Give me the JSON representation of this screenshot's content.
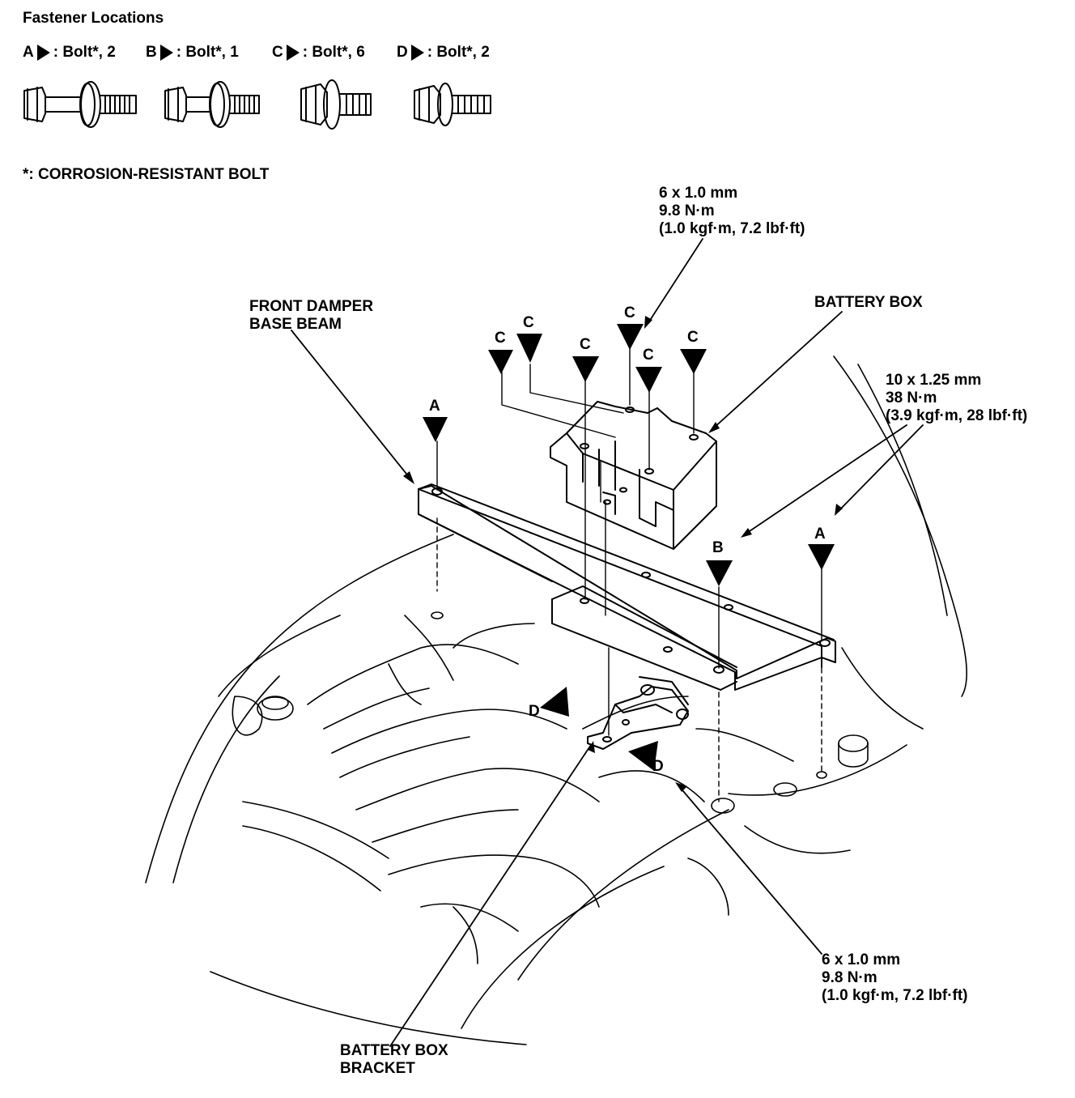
{
  "header": {
    "title": "Fastener Locations",
    "footnote": "*: CORROSION-RESISTANT BOLT"
  },
  "legend": [
    {
      "letter": "A",
      "text": ": Bolt*, 2"
    },
    {
      "letter": "B",
      "text": ": Bolt*, 1"
    },
    {
      "letter": "C",
      "text": ": Bolt*, 6"
    },
    {
      "letter": "D",
      "text": ": Bolt*, 2"
    }
  ],
  "parts": {
    "front_damper_base_beam": [
      "FRONT DAMPER",
      "BASE BEAM"
    ],
    "battery_box": "BATTERY BOX",
    "battery_box_bracket": [
      "BATTERY BOX",
      "BRACKET"
    ]
  },
  "specs": {
    "top_c": [
      "6 x 1.0 mm",
      "9.8 N·m",
      "(1.0 kgf·m, 7.2 lbf·ft)"
    ],
    "right_ab": [
      "10 x 1.25 mm",
      "38 N·m",
      "(3.9 kgf·m, 28 lbf·ft)"
    ],
    "bottom_d": [
      "6 x 1.0 mm",
      "9.8 N·m",
      "(1.0 kgf·m, 7.2 lbf·ft)"
    ]
  },
  "markers": {
    "a": "A",
    "b": "B",
    "c": "C",
    "d": "D"
  }
}
